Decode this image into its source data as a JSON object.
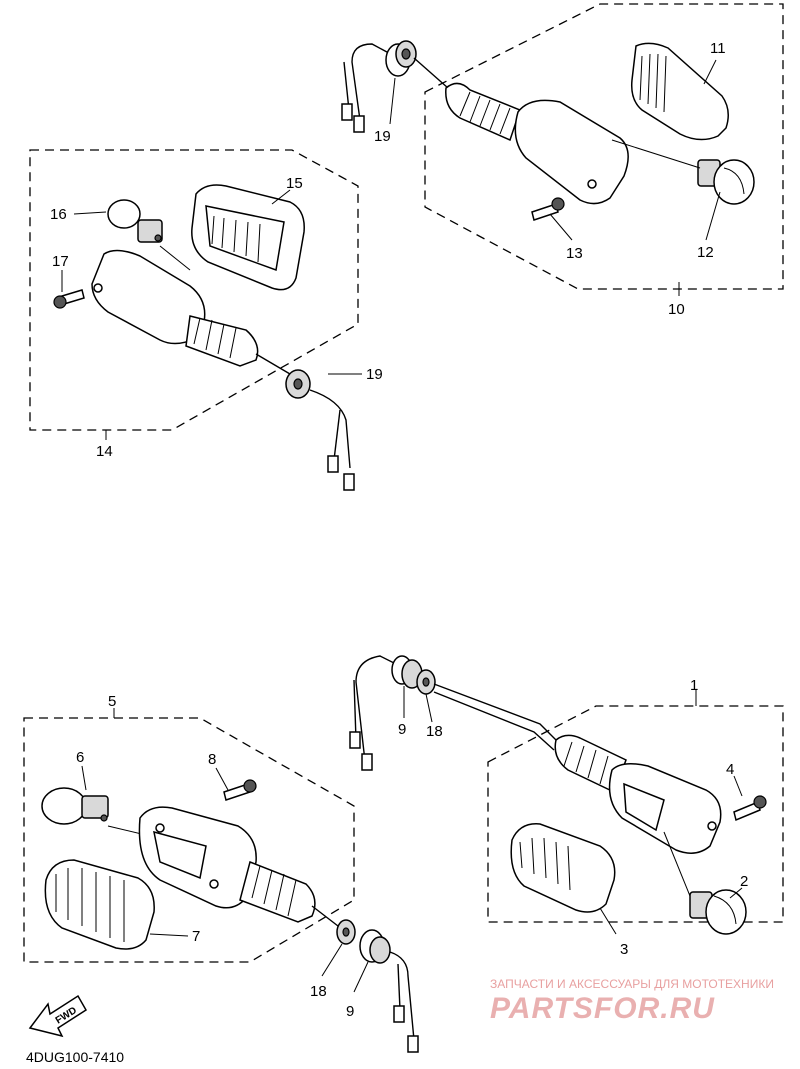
{
  "diagram": {
    "drawing_code": "4DUG100-7410",
    "fwd_label": "FWD",
    "callouts": {
      "c1": "1",
      "c2": "2",
      "c3": "3",
      "c4": "4",
      "c5": "5",
      "c6": "6",
      "c7": "7",
      "c8": "8",
      "c9a": "9",
      "c9b": "9",
      "c10": "10",
      "c11": "11",
      "c12": "12",
      "c13": "13",
      "c14": "14",
      "c15": "15",
      "c16": "16",
      "c17": "17",
      "c18a": "18",
      "c18b": "18",
      "c19a": "19",
      "c19b": "19"
    }
  },
  "watermark": {
    "tagline": "ЗАПЧАСТИ И АКСЕССУАРЫ ДЛЯ МОТОТЕХНИКИ",
    "brand": "PARTSFOR.RU"
  }
}
